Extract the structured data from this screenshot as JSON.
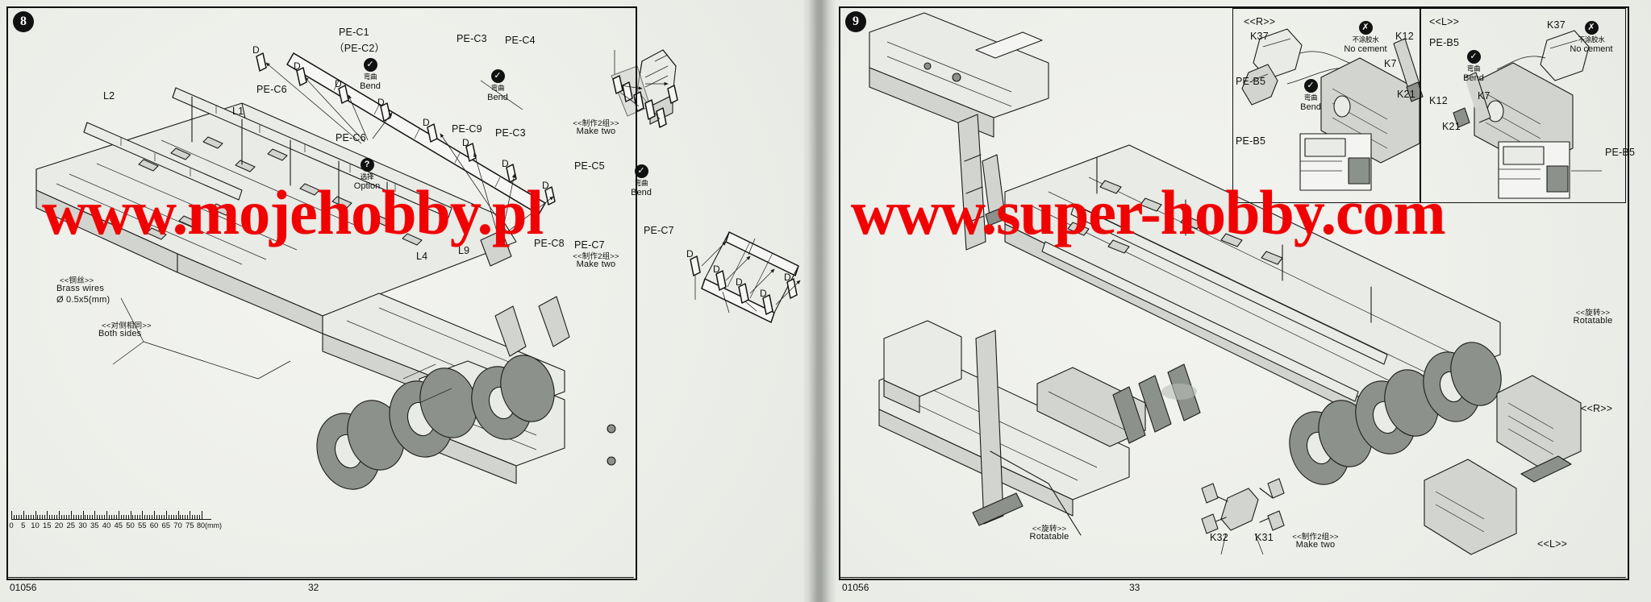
{
  "document": {
    "kit_number_left": "01056",
    "kit_number_right": "01056",
    "page_left": "32",
    "page_right": "33"
  },
  "watermark": {
    "left": "www.mojehobby.pl",
    "right": "www.super-hobby.com"
  },
  "symbols": {
    "bend": {
      "cn": "弯曲",
      "en": "Bend",
      "glyph": "✓"
    },
    "option": {
      "cn": "选择",
      "en": "Option",
      "glyph": "?"
    },
    "no_cement": {
      "cn": "不涂胶水",
      "en": "No cement",
      "glyph": "✗"
    }
  },
  "step8": {
    "number": "8",
    "parts": [
      {
        "id": "l2",
        "label": "L2"
      },
      {
        "id": "l1",
        "label": "L1"
      },
      {
        "id": "l4",
        "label": "L4"
      },
      {
        "id": "l9",
        "label": "L9"
      },
      {
        "id": "pec1",
        "label": "PE-C1"
      },
      {
        "id": "pec2",
        "label": "（PE-C2）"
      },
      {
        "id": "pec6a",
        "label": "PE-C6"
      },
      {
        "id": "pec6b",
        "label": "PE-C6"
      },
      {
        "id": "pec3a",
        "label": "PE-C3"
      },
      {
        "id": "pec4",
        "label": "PE-C4"
      },
      {
        "id": "pec9",
        "label": "PE-C9"
      },
      {
        "id": "pec3b",
        "label": "PE-C3"
      },
      {
        "id": "pec5",
        "label": "PE-C5"
      },
      {
        "id": "pec7a",
        "label": "PE-C7"
      },
      {
        "id": "pec7b",
        "label": "PE-C7"
      },
      {
        "id": "pec8",
        "label": "PE-C8"
      },
      {
        "id": "d",
        "label": "D"
      }
    ],
    "notes": {
      "brass_cn": "<<铜丝>>",
      "brass_en": "Brass wires",
      "brass_spec": "Ø 0.5x5(mm)",
      "both_sides_cn": "<<对侧相同>>",
      "both_sides_en": "Both sides",
      "make_two_cn": "<<制作2组>>",
      "make_two_en": "Make two"
    },
    "ruler": {
      "ticks": [
        "0",
        "5",
        "10",
        "15",
        "20",
        "25",
        "30",
        "35",
        "40",
        "45",
        "50",
        "55",
        "60",
        "65",
        "70",
        "75"
      ],
      "unit": "80(mm)"
    }
  },
  "step9": {
    "number": "9",
    "detail_right": {
      "title": "<<R>>",
      "parts": [
        "K37",
        "K12",
        "K7",
        "K21",
        "PE-B5",
        "PE-B5"
      ]
    },
    "detail_left": {
      "title": "<<L>>",
      "parts": [
        "PE-B5",
        "K37",
        "K12",
        "K7",
        "K21",
        "PE-B5"
      ]
    },
    "parts": [
      {
        "id": "k32",
        "label": "K32"
      },
      {
        "id": "k31",
        "label": "K31"
      }
    ],
    "notes": {
      "make_two_cn": "<<制作2组>>",
      "make_two_en": "Make two",
      "rotatable_cn_1": "<<旋转>>",
      "rotatable_en_1": "Rotatable",
      "rotatable_cn_2": "<<旋转>>",
      "rotatable_en_2": "Rotatable",
      "side_r": "<<R>>",
      "side_l": "<<L>>"
    }
  },
  "colors": {
    "ink": "#1b1b1b",
    "paper": "#edefea",
    "watermark_red": "#f00202"
  }
}
